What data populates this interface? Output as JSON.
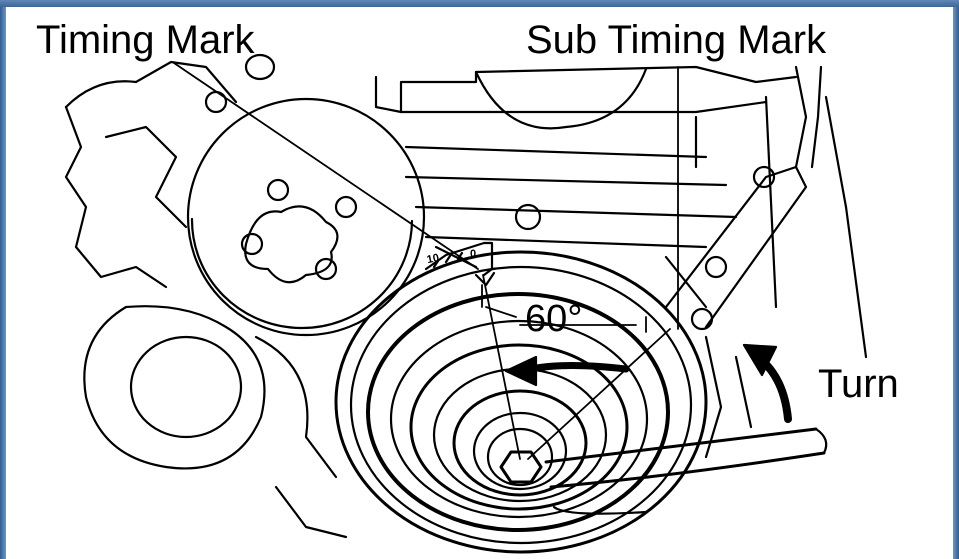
{
  "labels": {
    "timing_mark": "Timing Mark",
    "sub_timing_mark": "Sub Timing Mark",
    "turn": "Turn",
    "angle": "60°",
    "scale_10": "10",
    "scale_0": "0"
  },
  "colors": {
    "frame_blue": "#3e6798",
    "ink": "#000000",
    "paper": "#ffffff"
  }
}
